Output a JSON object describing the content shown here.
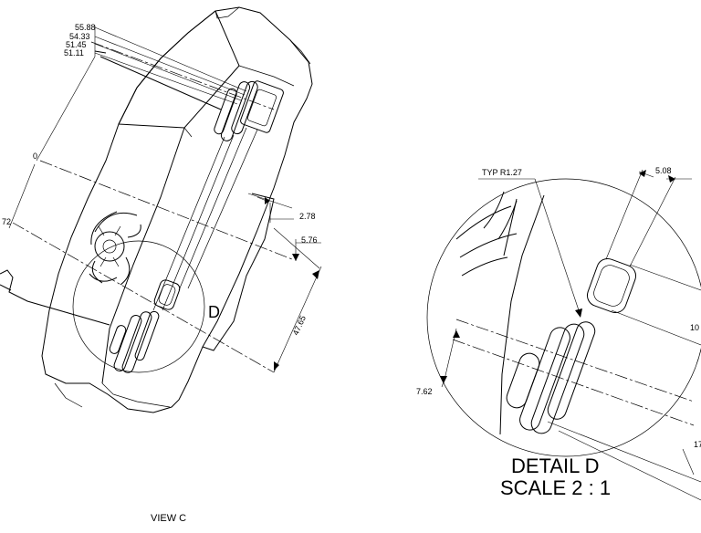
{
  "main_view": {
    "label": "VIEW C",
    "detail_callout": "D",
    "dims": {
      "d1": "55.88",
      "d2": "54.33",
      "d3": "51.45",
      "d4": "51.11",
      "origin": "0",
      "left_partial": "72",
      "off1": "2.78",
      "off2": "5.76",
      "span": "47.65"
    }
  },
  "detail_view": {
    "title": "DETAIL D",
    "scale": "SCALE 2 : 1",
    "radius_note": "TYP R1.27",
    "dims": {
      "width": "5.08",
      "spacing": "7.62",
      "right_partial_1": "10",
      "right_partial_2": "17"
    }
  }
}
